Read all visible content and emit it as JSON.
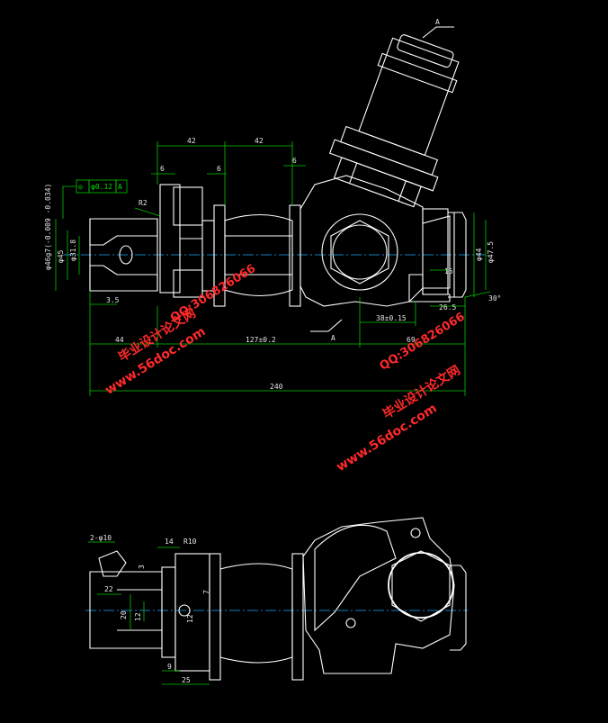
{
  "drawing": {
    "section_mark": "A",
    "tolerance_frame": {
      "symbol": "◎",
      "value": "φ0.12",
      "datum": "A"
    },
    "main_view_dims": {
      "d42_left": "42",
      "d42_right": "42",
      "d6_a": "6",
      "d6_b": "6",
      "d6_c": "6",
      "r2": "R2",
      "d35": "3.5",
      "d44": "44",
      "d127": "127±0.2",
      "d69": "69",
      "d240": "240",
      "d38": "38±0.15",
      "d26_5": "26.5",
      "d15": "15",
      "d30deg": "30°",
      "phi_left": "φ46g7(-0.009 -0.034)",
      "phi45": "φ45",
      "phi31_8": "φ31.8",
      "phi44": "φ44",
      "phi47_5": "φ47.5"
    },
    "bottom_view_dims": {
      "hole_note": "2-φ10",
      "d14": "14",
      "r10": "R10",
      "d3": "3",
      "d22": "22",
      "d20": "20",
      "d12": "12",
      "d12b": "12",
      "d7": "7",
      "d9": "9",
      "d25": "25"
    },
    "watermarks": {
      "site": "www.56doc.com",
      "title_cn": "毕业设计论文网",
      "qq": "QQ:306826066"
    }
  }
}
